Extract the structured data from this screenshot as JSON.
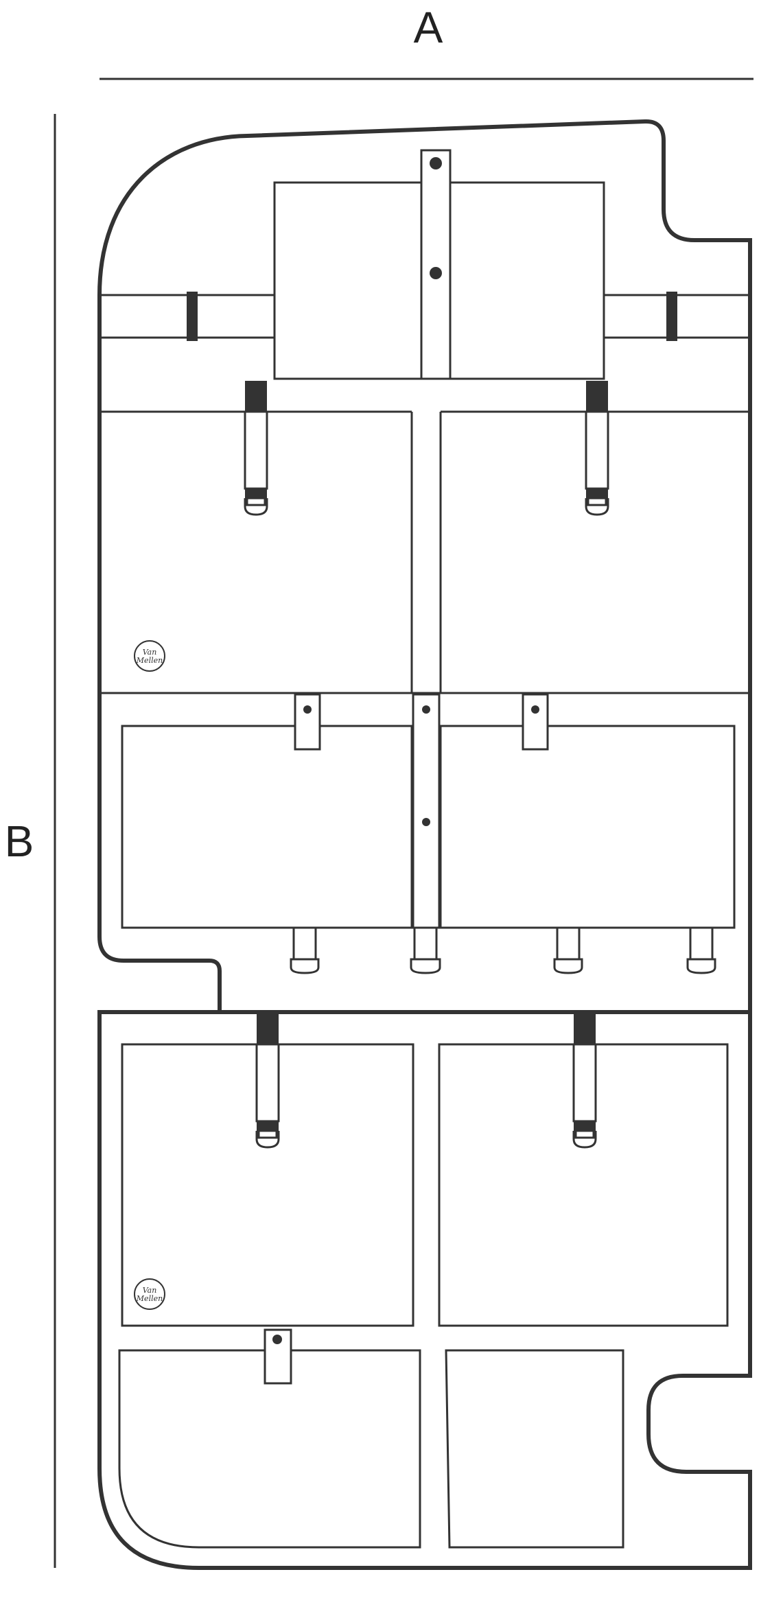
{
  "dimensions": {
    "width_label": "A",
    "height_label": "B"
  },
  "organizer": {
    "upper_panel": {
      "badge": {
        "line1": "Van",
        "line2": "Mellen"
      }
    },
    "lower_panel": {
      "badge": {
        "line1": "Van",
        "line2": "Mellen"
      }
    }
  },
  "colors": {
    "line": "#333333",
    "strap_fill": "#333333",
    "background": "#ffffff"
  }
}
